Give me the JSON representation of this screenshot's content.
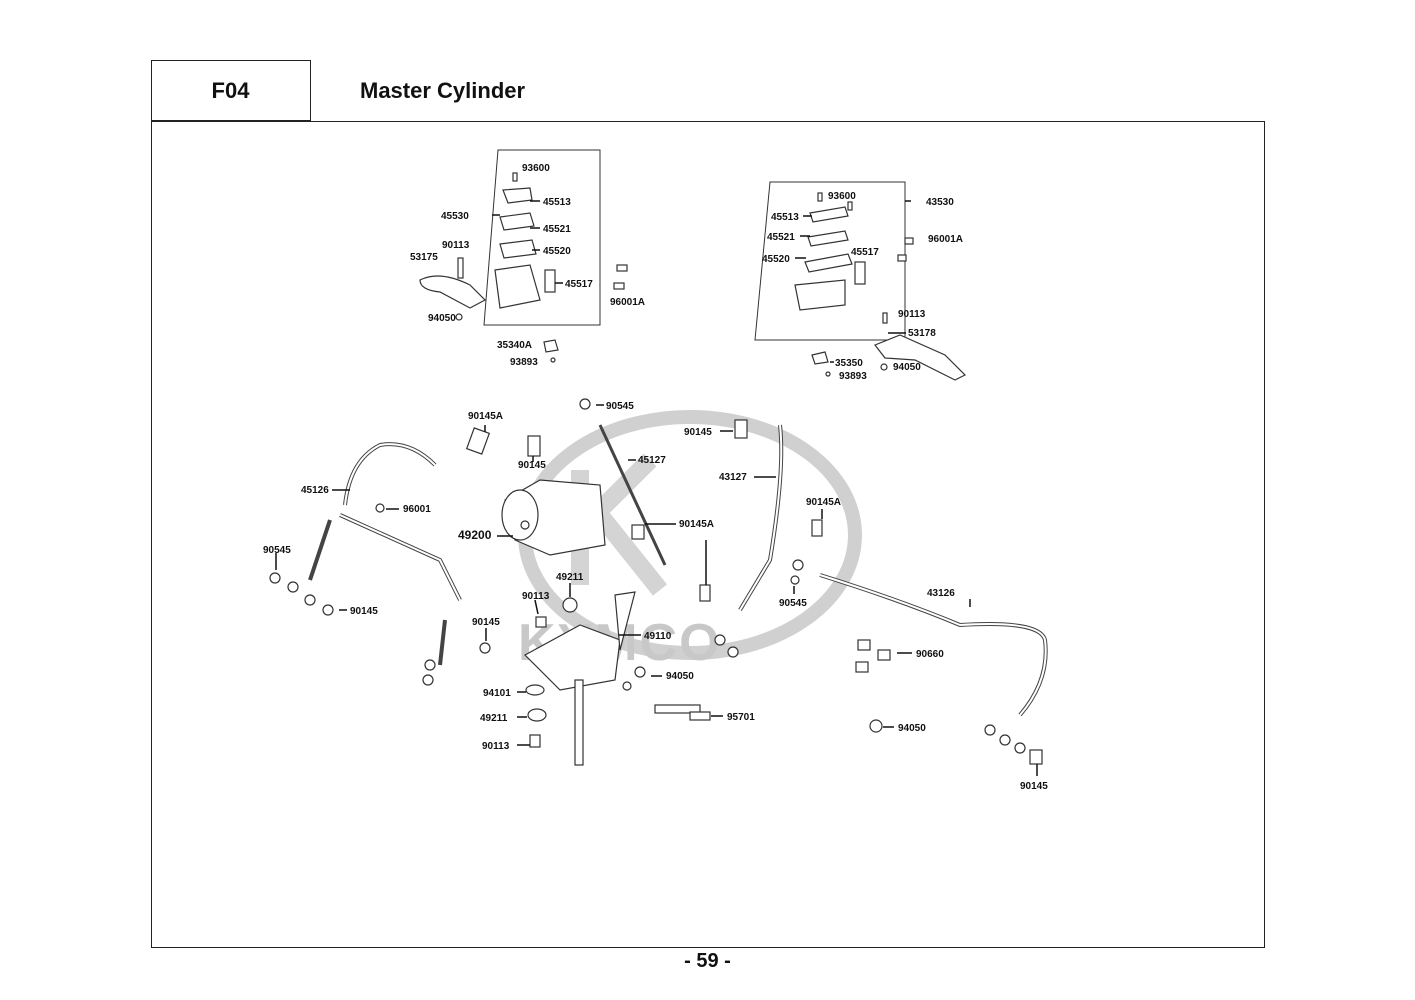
{
  "header": {
    "code": "F04",
    "title": "Master Cylinder"
  },
  "watermark": {
    "text": "KYMCO"
  },
  "page_number": "- 59 -",
  "labels": {
    "l1": "93600",
    "l2": "45513",
    "l3": "45530",
    "l4": "45521",
    "l5": "90113",
    "l6": "45520",
    "l7": "53175",
    "l8": "45517",
    "l9": "96001A",
    "l10": "94050",
    "l11": "35340A",
    "l12": "93893",
    "r1": "93600",
    "r2": "43530",
    "r3": "45513",
    "r4": "45521",
    "r5": "96001A",
    "r6": "45520",
    "r7": "45517",
    "r8": "90113",
    "r9": "53178",
    "r10": "35350",
    "r11": "94050",
    "r12": "93893",
    "m1": "90545",
    "m2": "90145A",
    "m3": "90145",
    "m4": "90145",
    "m5": "45127",
    "m6": "43127",
    "m7": "45126",
    "m8": "96001",
    "m9": "90145A",
    "m10": "49200",
    "m11": "90145A",
    "m12": "90545",
    "m13": "49211",
    "m14": "90113",
    "m15": "90145",
    "m16": "49110",
    "m17": "90145",
    "m18": "43126",
    "m19": "90660",
    "m20": "94050",
    "m21": "94101",
    "m22": "49211",
    "m23": "95701",
    "m24": "94050",
    "m25": "90113",
    "m26": "90145",
    "m27": "90545"
  }
}
